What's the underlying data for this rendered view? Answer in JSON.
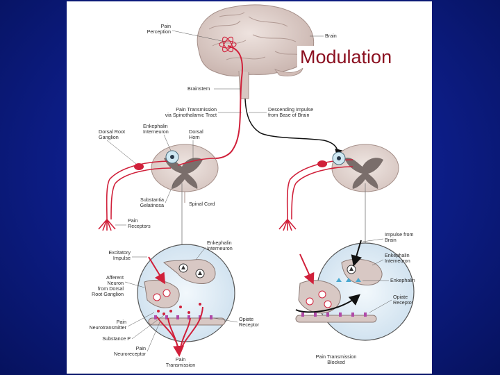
{
  "slide": {
    "title": "Modulation",
    "colors": {
      "background": "#0e1f8e",
      "title": "#8b1020",
      "pain_path": "#d0203a",
      "descending_path": "#111111",
      "brain": "#d9c9c4"
    }
  },
  "labels": {
    "pain_perception": [
      "Pain",
      "Perception"
    ],
    "brain": "Brain",
    "brainstem": "Brainstem",
    "pain_transmission_tract": [
      "Pain Transmission",
      "via Spinothalamic Tract"
    ],
    "descending_impulse": [
      "Descending Impulse",
      "from Base of Brain"
    ],
    "dorsal_root_ganglion": [
      "Dorsal Root",
      "Ganglion"
    ],
    "enkephalin_interneuron_top": [
      "Enkephalin",
      "Interneuron"
    ],
    "dorsal_horn": [
      "Dorsal",
      "Horn"
    ],
    "substantia_gelatinosa": [
      "Substantia",
      "Gelatinosa"
    ],
    "spinal_cord": "Spinal Cord",
    "pain_receptors": [
      "Pain",
      "Receptors"
    ],
    "excitatory_impulse": [
      "Excitatory",
      "Impulse"
    ],
    "enkephalin_interneuron_left": [
      "Enkephalin",
      "Interneuron"
    ],
    "afferent_neuron": [
      "Afferent",
      "Neuron",
      "from Dorsal",
      "Root Ganglion"
    ],
    "pain_neurotransmitter": [
      "Pain",
      "Neurotransmitter"
    ],
    "substance_p": "Substance P",
    "pain_neuroreceptor": [
      "Pain",
      "Neuroreceptor"
    ],
    "pain_transmission": [
      "Pain",
      "Transmission"
    ],
    "opiate_receptor_left": [
      "Opiate",
      "Receptor"
    ],
    "impulse_from_brain": [
      "Impulse from",
      "Brain"
    ],
    "enkephalin_interneuron_right": [
      "Enkephalin",
      "Interneuron"
    ],
    "enkephalin": "Enkephalin",
    "opiate_receptor_right": [
      "Opiate",
      "Receptor"
    ],
    "pain_transmission_blocked": [
      "Pain Transmission",
      "Blocked"
    ]
  }
}
